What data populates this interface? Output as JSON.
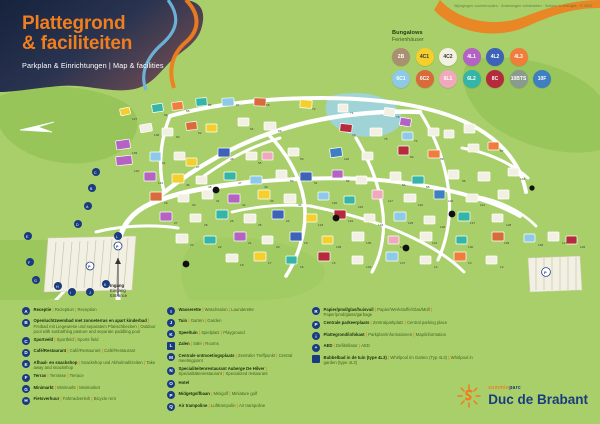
{
  "header": {
    "title_line1": "Plattegrond",
    "title_line2": "& faciliteiten",
    "subtitle": "Parkplan & Einrichtungen | Map & facilities"
  },
  "disclaimer": "Wijzigingen voorbehouden · Änderungen vorbehalten · Subject to changes · © 2023",
  "bungalows": {
    "title_nl": "Bungalows",
    "title_de": "Ferienhäuser",
    "rows": [
      [
        {
          "code": "2B",
          "color": "#a89070"
        },
        {
          "code": "4C1",
          "color": "#f5cf2e"
        },
        {
          "code": "4C2",
          "color": "#f2f0e2"
        },
        {
          "code": "4L1",
          "color": "#b463c4"
        },
        {
          "code": "4L2",
          "color": "#3d63b8"
        },
        {
          "code": "4L3",
          "color": "#f07d3c"
        }
      ],
      [
        {
          "code": "6C1",
          "color": "#8ec9e8"
        },
        {
          "code": "6C2",
          "color": "#d96a3a"
        },
        {
          "code": "6L1",
          "color": "#f0a8bc"
        },
        {
          "code": "6L2",
          "color": "#35b5a8"
        },
        {
          "code": "8C",
          "color": "#b52b3c"
        },
        {
          "code": "10BTS",
          "color": "#8a9a8c"
        },
        {
          "code": "10F",
          "color": "#3e7fc1"
        }
      ]
    ]
  },
  "entrance": {
    "nl": "Ingang",
    "de": "Eingang",
    "en": "Entrance"
  },
  "legend_columns": [
    {
      "items": [
        {
          "icon": "A",
          "shape": "circle",
          "nl": "Receptie",
          "de": "Rezeption",
          "en": "Reception"
        },
        {
          "icon": "B",
          "shape": "circle",
          "nl": "Openluchtzwembad met zonneterras en apart kinderbad",
          "de": "Freibad mit Liegewiese und separatem Planschbecken",
          "en": "Outdoor pool with sunbathing pasture and separate paddling pool"
        },
        {
          "icon": "C",
          "shape": "circle",
          "nl": "Sportveld",
          "de": "Sportfeld",
          "en": "Sports field"
        },
        {
          "icon": "D",
          "shape": "circle",
          "nl": "Café/Restaurant",
          "de": "Café/Restaurant",
          "en": "Café/Restaurant"
        },
        {
          "icon": "E",
          "shape": "circle",
          "nl": "Afhaal- en snackshop",
          "de": "Snackshop und Abholmahlzeiten",
          "en": "Take away and snackshop"
        },
        {
          "icon": "F",
          "shape": "circle",
          "nl": "Terras",
          "de": "Terrasse",
          "en": "Terrace"
        },
        {
          "icon": "G",
          "shape": "circle",
          "nl": "Minimarkt",
          "de": "Minimarkt",
          "en": "Minimarket"
        },
        {
          "icon": "H",
          "shape": "circle",
          "nl": "Fietsverhuur",
          "de": "Fahrradverleih",
          "en": "Bicycle rent"
        }
      ]
    },
    {
      "items": [
        {
          "icon": "I",
          "shape": "circle",
          "nl": "Wasserette",
          "de": "Waschsalon",
          "en": "Launderette"
        },
        {
          "icon": "J",
          "shape": "circle",
          "nl": "Tuin",
          "de": "Garten",
          "en": "Garden"
        },
        {
          "icon": "K",
          "shape": "circle",
          "nl": "Speeltuin",
          "de": "Spielplatz",
          "en": "Playground"
        },
        {
          "icon": "L",
          "shape": "square",
          "nl": "Zalen",
          "de": "Säle",
          "en": "Rooms"
        },
        {
          "icon": "M",
          "shape": "circle",
          "nl": "Centrale ontmoetingsplaats",
          "de": "Zentraler Treffpunkt",
          "en": "Central meetingpoint"
        },
        {
          "icon": "N",
          "shape": "circle",
          "nl": "Specialiteitenrestaurant Auberge De Hilver",
          "de": "Spezialitätenrestaurant",
          "en": "Specialized restaurant"
        },
        {
          "icon": "O",
          "shape": "circle",
          "nl": "Hotel",
          "de": "",
          "en": ""
        },
        {
          "icon": "P",
          "shape": "circle",
          "nl": "Midgetgolfbaan",
          "de": "Minigolf",
          "en": "Miniature golf"
        },
        {
          "icon": "Q",
          "shape": "circle",
          "nl": "Air trampoline",
          "de": "Lufttrampolin",
          "en": "Air trampoline"
        }
      ]
    },
    {
      "items": [
        {
          "icon": "R",
          "shape": "circle",
          "nl": "Papier/pmd/glas/huisvuil",
          "de": "Papier/Werkstoffe/Glas/Müll",
          "en": "Paper/pmd/glass/garbage"
        },
        {
          "icon": "P",
          "shape": "circle",
          "nl": "Centrale parkeerplaats",
          "de": "Zentralparkplatz",
          "en": "Central parking place"
        },
        {
          "icon": "i",
          "shape": "circle",
          "nl": "Plattegrond/infokast",
          "de": "Parkplan/Informationen",
          "en": "Map/information"
        },
        {
          "icon": "+",
          "shape": "circle",
          "nl": "AED",
          "de": "Defibrillator",
          "en": "AED"
        },
        {
          "icon": "",
          "shape": "square",
          "nl": "Bubbelbad in de tuin (type 4L3)",
          "de": "Whirlpool im Garten (Typ 4L3)",
          "en": "Whirlpool in garden (type 4L3)"
        }
      ]
    }
  ],
  "brand": {
    "top_part1": "summio",
    "top_part2": "parc",
    "name": "Duc de Brabant"
  },
  "colors": {
    "park_green": "#a9cf6a",
    "road_white": "#ffffff",
    "orange": "#f07d1e",
    "navy": "#1b3b80",
    "header_dark": "#1d2a45"
  },
  "map": {
    "parking_icon": "P",
    "north_arrow": "north-arrow"
  }
}
